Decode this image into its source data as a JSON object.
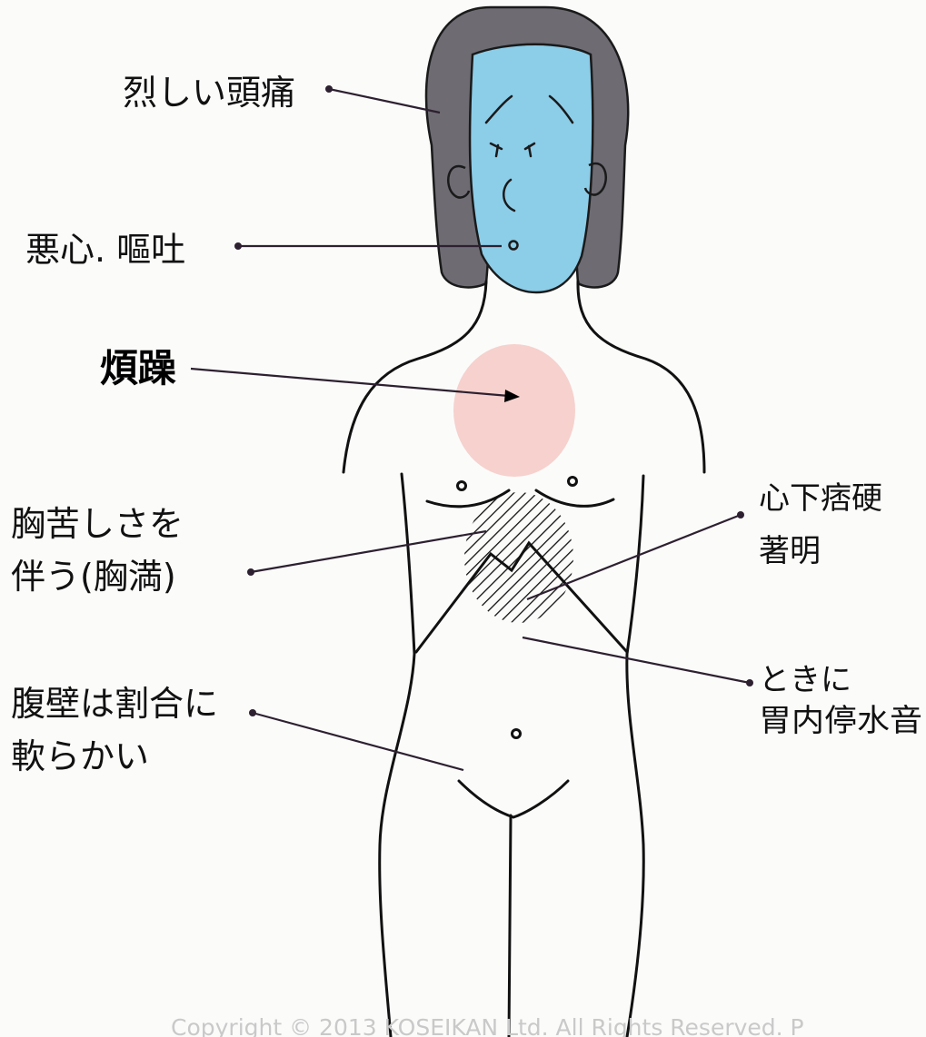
{
  "labels": {
    "headache": "烈しい頭痛",
    "nausea": "悪心. 嘔吐",
    "irritability": "煩躁",
    "chest_line1": "胸苦しさを",
    "chest_line2": "伴う(胸満)",
    "epigastric_line1": "心下痞硬",
    "epigastric_line2": "著明",
    "abdomen_line1": "腹壁は割合に",
    "abdomen_line2": "軟らかい",
    "splash_line1": "ときに",
    "splash_line2": "胃内停水音"
  },
  "copyright": "Copyright © 2013 KOSEIKAN Ltd. All Rights Reserved. P",
  "colors": {
    "hair": "#6e6b73",
    "face": "#8ccde8",
    "chest_zone": "#f6cfca",
    "ink": "#111111",
    "background": "#fbfbfa"
  }
}
